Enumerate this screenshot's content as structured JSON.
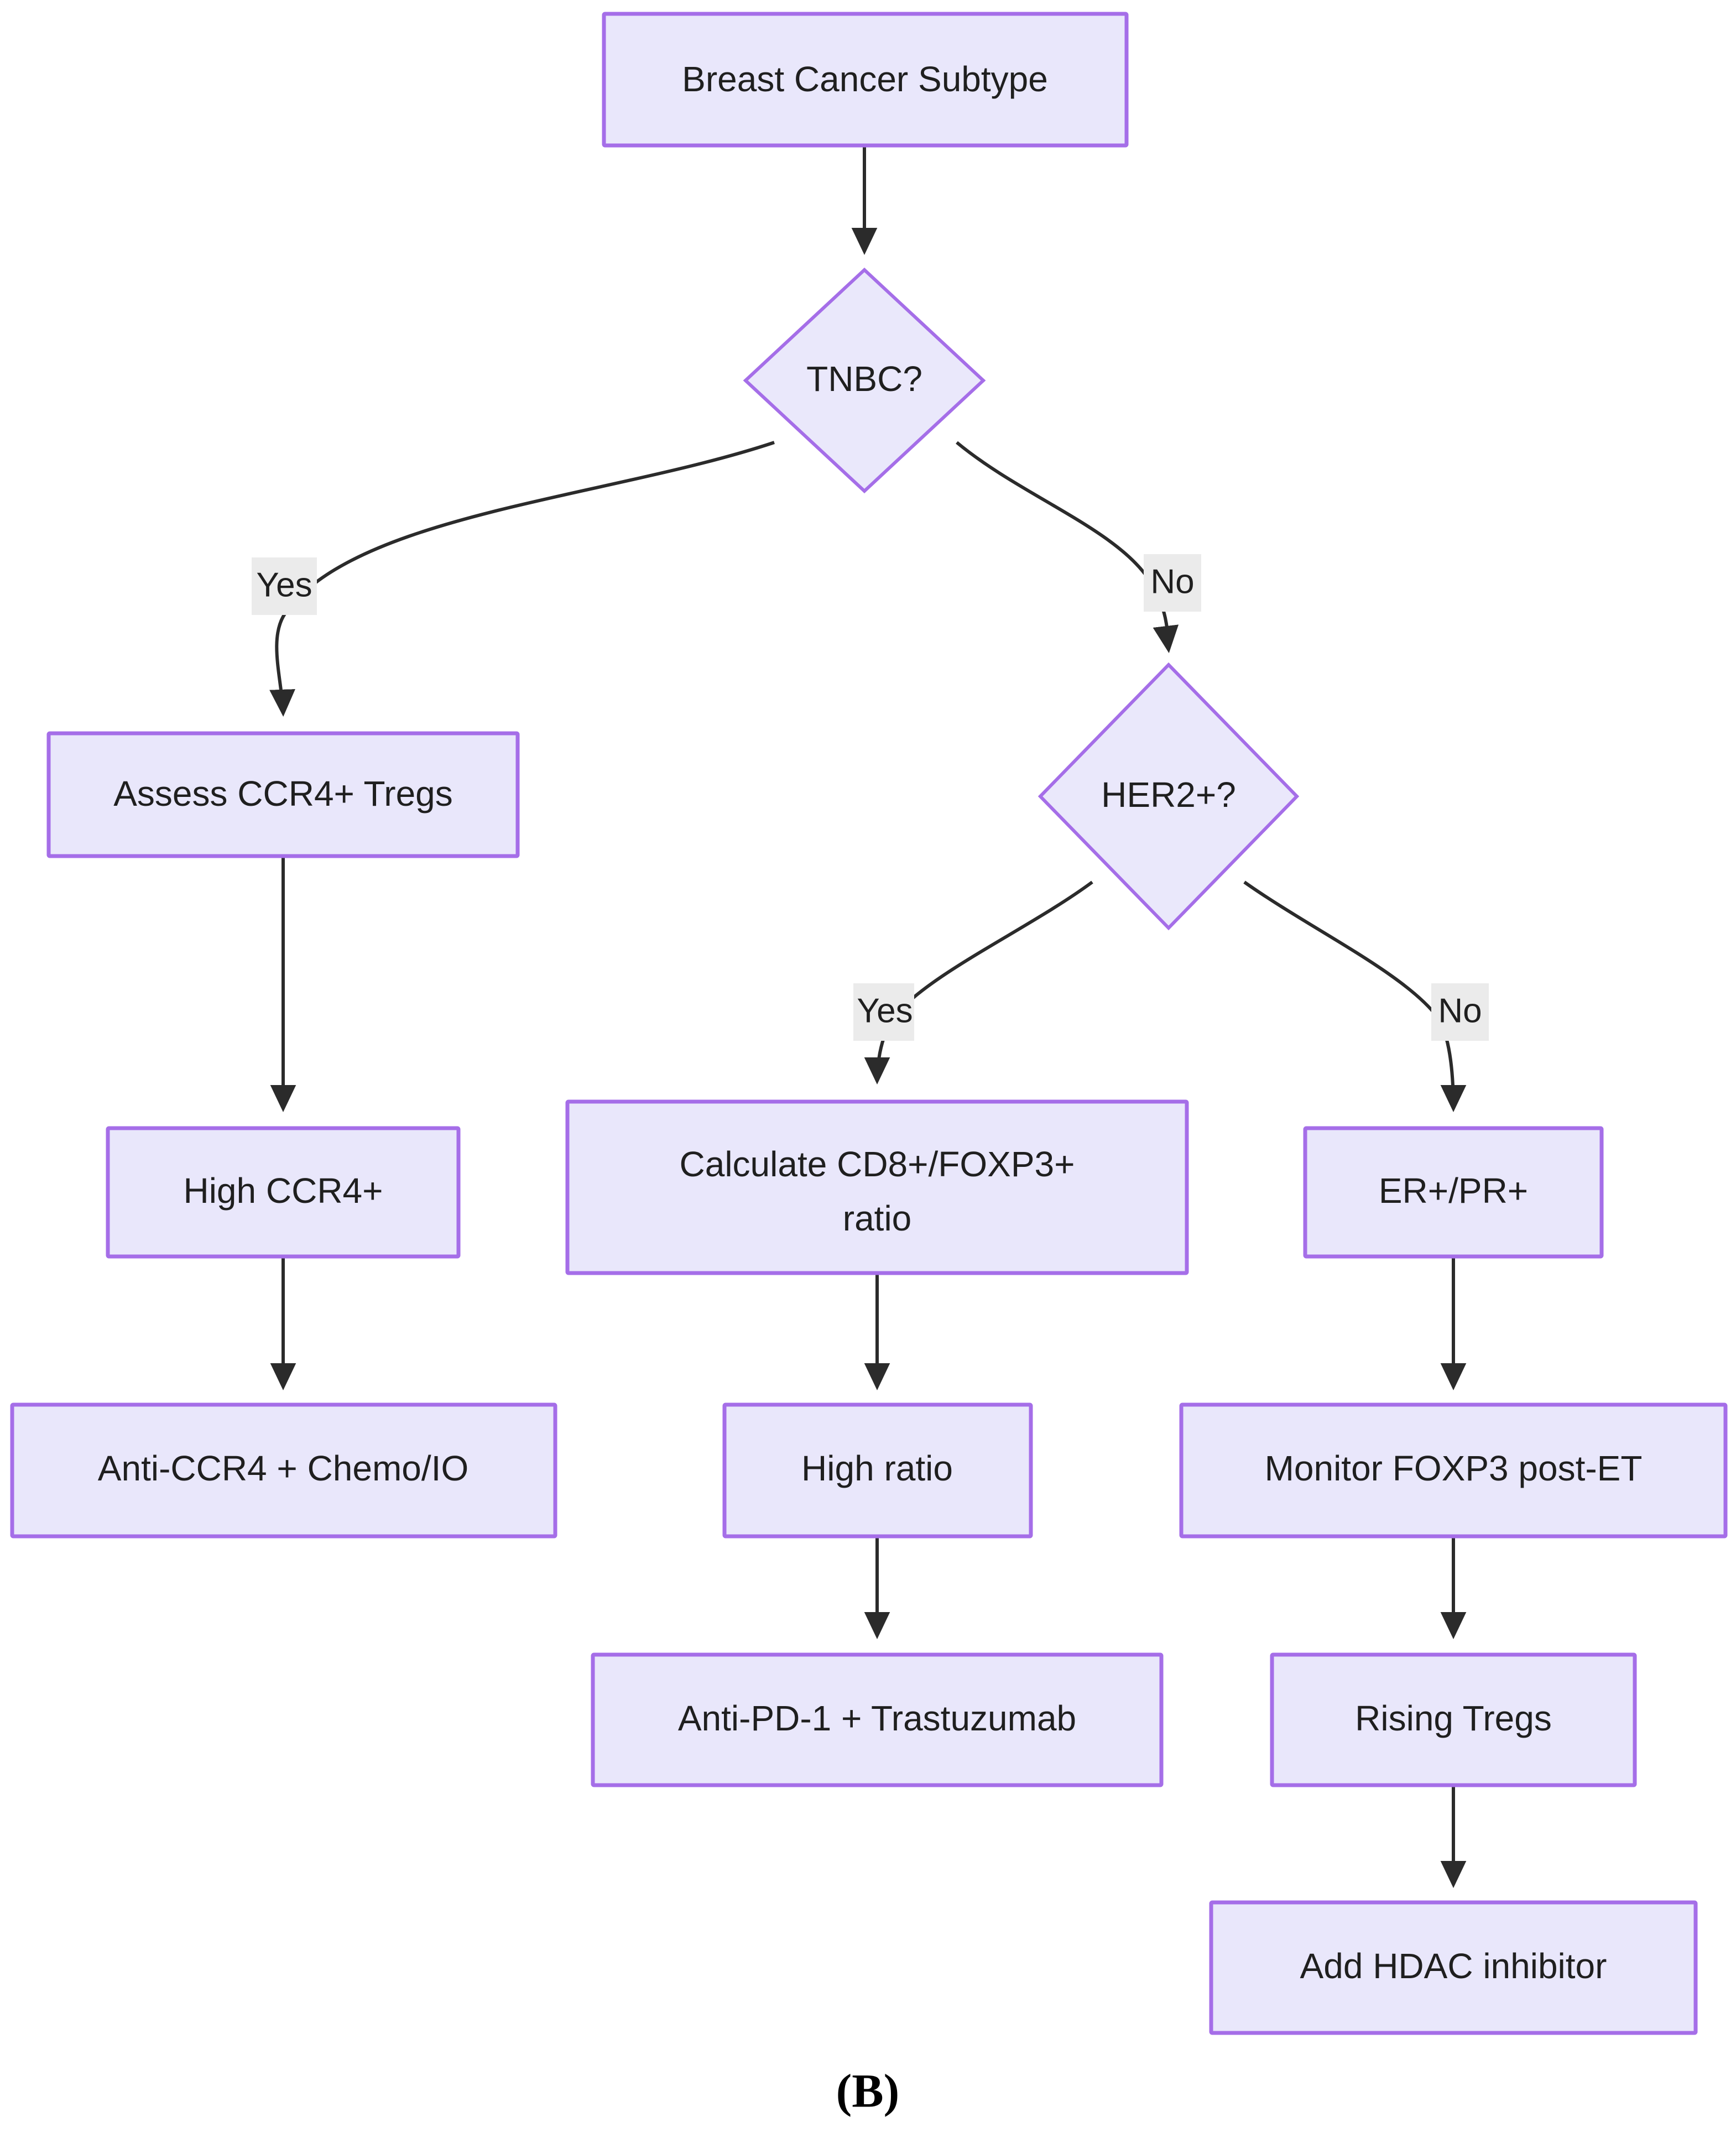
{
  "figure": {
    "caption": "(B)",
    "colors": {
      "node_fill": "#e9e7fb",
      "node_border": "#a56ee8",
      "edge_stroke": "#2b2b2b",
      "edge_label_bg": "#ebebeb",
      "text": "#1f1f1f",
      "background": "#ffffff"
    }
  },
  "nodes": {
    "root": {
      "label": "Breast Cancer Subtype",
      "shape": "rect"
    },
    "tnbc": {
      "label": "TNBC?",
      "shape": "diamond"
    },
    "assess_ccr4": {
      "label": "Assess CCR4+ Tregs",
      "shape": "rect"
    },
    "her2": {
      "label": "HER2+?",
      "shape": "diamond"
    },
    "high_ccr4": {
      "label": "High CCR4+",
      "shape": "rect"
    },
    "calc_ratio_line1": {
      "label": "Calculate CD8+/FOXP3+",
      "shape": "rect"
    },
    "calc_ratio_line2": {
      "label": "ratio",
      "shape": "rect"
    },
    "er_pr": {
      "label": "ER+/PR+",
      "shape": "rect"
    },
    "anti_ccr4": {
      "label": "Anti-CCR4 + Chemo/IO",
      "shape": "rect"
    },
    "high_ratio": {
      "label": "High ratio",
      "shape": "rect"
    },
    "monitor_foxp3": {
      "label": "Monitor FOXP3 post-ET",
      "shape": "rect"
    },
    "anti_pd1": {
      "label": "Anti-PD-1 + Trastuzumab",
      "shape": "rect"
    },
    "rising_tregs": {
      "label": "Rising Tregs",
      "shape": "rect"
    },
    "add_hdac": {
      "label": "Add HDAC inhibitor",
      "shape": "rect"
    }
  },
  "edge_labels": {
    "tnbc_yes": "Yes",
    "tnbc_no": "No",
    "her2_yes": "Yes",
    "her2_no": "No"
  },
  "chart_data": {
    "type": "diagram",
    "diagram_type": "flowchart",
    "title": "(B)",
    "orientation": "top-down",
    "nodes": [
      {
        "id": "root",
        "label": "Breast Cancer Subtype",
        "shape": "rect"
      },
      {
        "id": "tnbc",
        "label": "TNBC?",
        "shape": "diamond"
      },
      {
        "id": "assess_ccr4",
        "label": "Assess CCR4+ Tregs",
        "shape": "rect"
      },
      {
        "id": "her2",
        "label": "HER2+?",
        "shape": "diamond"
      },
      {
        "id": "high_ccr4",
        "label": "High CCR4+",
        "shape": "rect"
      },
      {
        "id": "calc_ratio",
        "label": "Calculate CD8+/FOXP3+ ratio",
        "shape": "rect"
      },
      {
        "id": "er_pr",
        "label": "ER+/PR+",
        "shape": "rect"
      },
      {
        "id": "anti_ccr4",
        "label": "Anti-CCR4 + Chemo/IO",
        "shape": "rect"
      },
      {
        "id": "high_ratio",
        "label": "High ratio",
        "shape": "rect"
      },
      {
        "id": "monitor_foxp3",
        "label": "Monitor FOXP3 post-ET",
        "shape": "rect"
      },
      {
        "id": "anti_pd1",
        "label": "Anti-PD-1 + Trastuzumab",
        "shape": "rect"
      },
      {
        "id": "rising_tregs",
        "label": "Rising Tregs",
        "shape": "rect"
      },
      {
        "id": "add_hdac",
        "label": "Add HDAC inhibitor",
        "shape": "rect"
      }
    ],
    "edges": [
      {
        "from": "root",
        "to": "tnbc",
        "label": ""
      },
      {
        "from": "tnbc",
        "to": "assess_ccr4",
        "label": "Yes"
      },
      {
        "from": "tnbc",
        "to": "her2",
        "label": "No"
      },
      {
        "from": "assess_ccr4",
        "to": "high_ccr4",
        "label": ""
      },
      {
        "from": "high_ccr4",
        "to": "anti_ccr4",
        "label": ""
      },
      {
        "from": "her2",
        "to": "calc_ratio",
        "label": "Yes"
      },
      {
        "from": "her2",
        "to": "er_pr",
        "label": "No"
      },
      {
        "from": "calc_ratio",
        "to": "high_ratio",
        "label": ""
      },
      {
        "from": "high_ratio",
        "to": "anti_pd1",
        "label": ""
      },
      {
        "from": "er_pr",
        "to": "monitor_foxp3",
        "label": ""
      },
      {
        "from": "monitor_foxp3",
        "to": "rising_tregs",
        "label": ""
      },
      {
        "from": "rising_tregs",
        "to": "add_hdac",
        "label": ""
      }
    ]
  }
}
